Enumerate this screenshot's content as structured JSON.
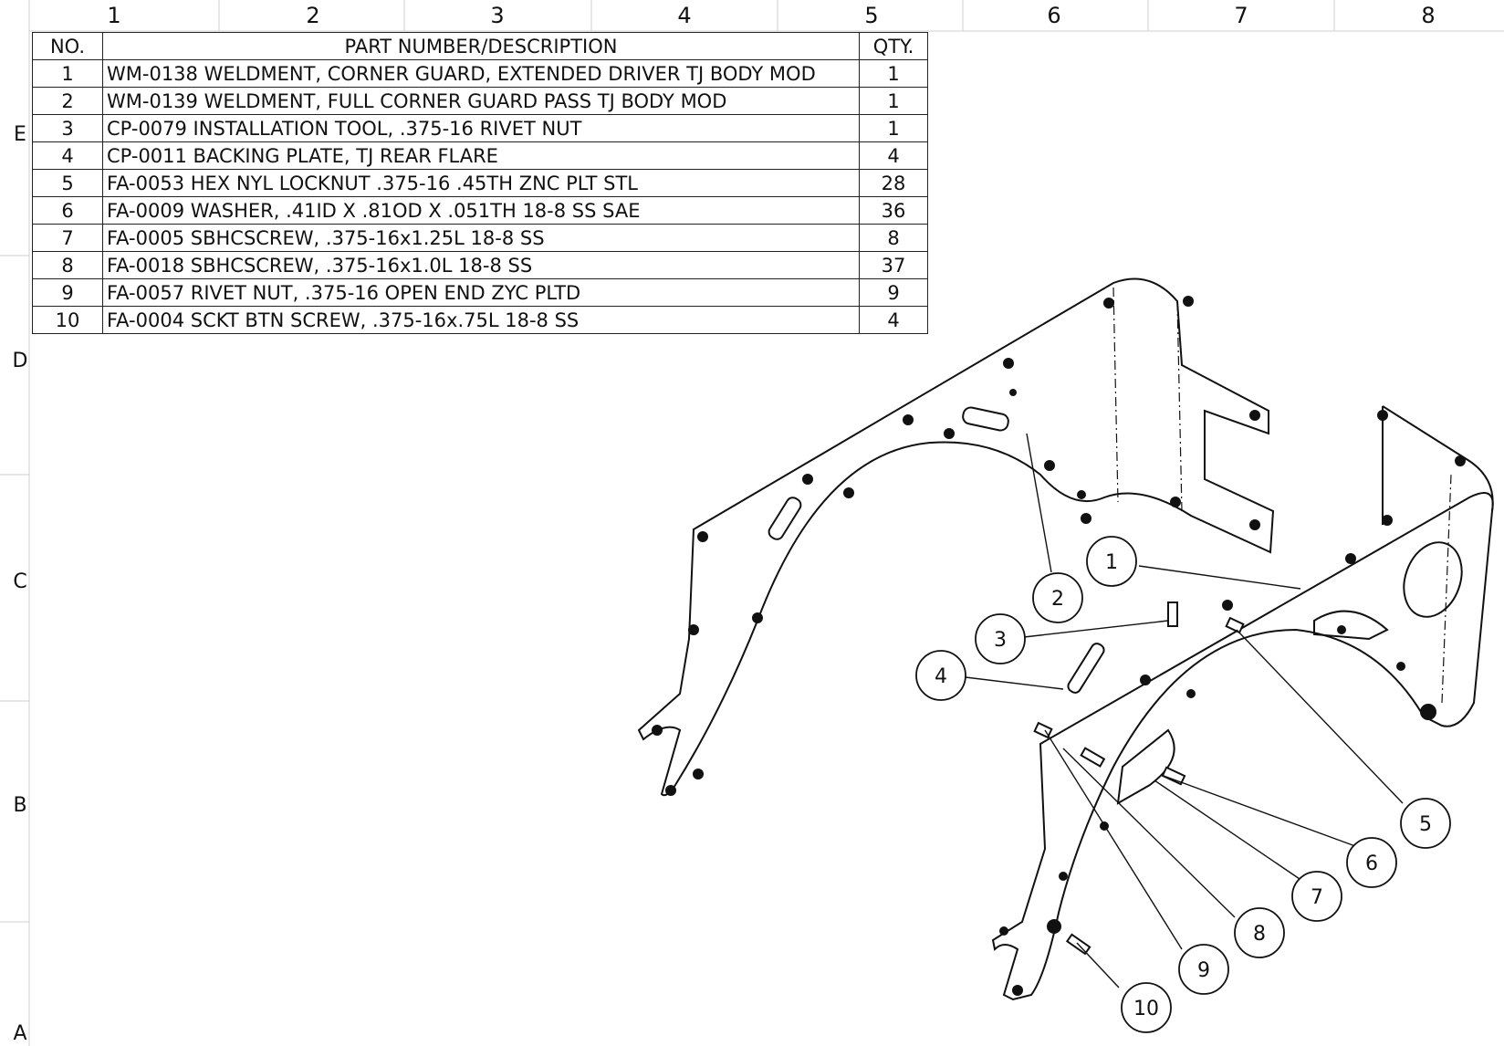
{
  "zones_top": [
    "1",
    "2",
    "3",
    "4",
    "5",
    "6",
    "7",
    "8"
  ],
  "zones_left": [
    "E",
    "D",
    "C",
    "B",
    "A"
  ],
  "bom": {
    "headers": [
      "NO.",
      "PART NUMBER/DESCRIPTION",
      "QTY."
    ],
    "rows": [
      {
        "no": "1",
        "desc": "WM-0138 WELDMENT, CORNER GUARD, EXTENDED DRIVER TJ BODY MOD",
        "qty": "1"
      },
      {
        "no": "2",
        "desc": "WM-0139 WELDMENT, FULL CORNER GUARD PASS TJ BODY MOD",
        "qty": "1"
      },
      {
        "no": "3",
        "desc": "CP-0079 INSTALLATION TOOL, .375-16 RIVET NUT",
        "qty": "1"
      },
      {
        "no": "4",
        "desc": "CP-0011 BACKING PLATE, TJ REAR FLARE",
        "qty": "4"
      },
      {
        "no": "5",
        "desc": "FA-0053 HEX NYL LOCKNUT .375-16 .45TH ZNC PLT STL",
        "qty": "28"
      },
      {
        "no": "6",
        "desc": "FA-0009 WASHER, .41ID X .81OD X .051TH 18-8 SS SAE",
        "qty": "36"
      },
      {
        "no": "7",
        "desc": "FA-0005 SBHCSCREW, .375-16x1.25L 18-8 SS",
        "qty": "8"
      },
      {
        "no": "8",
        "desc": "FA-0018 SBHCSCREW, .375-16x1.0L 18-8 SS",
        "qty": "37"
      },
      {
        "no": "9",
        "desc": "FA-0057 RIVET NUT, .375-16 OPEN END ZYC PLTD",
        "qty": "9"
      },
      {
        "no": "10",
        "desc": "FA-0004 SCKT BTN SCREW, .375-16x.75L 18-8 SS",
        "qty": "4"
      }
    ]
  },
  "balloons": [
    "1",
    "2",
    "3",
    "4",
    "5",
    "6",
    "7",
    "8",
    "9",
    "10"
  ]
}
